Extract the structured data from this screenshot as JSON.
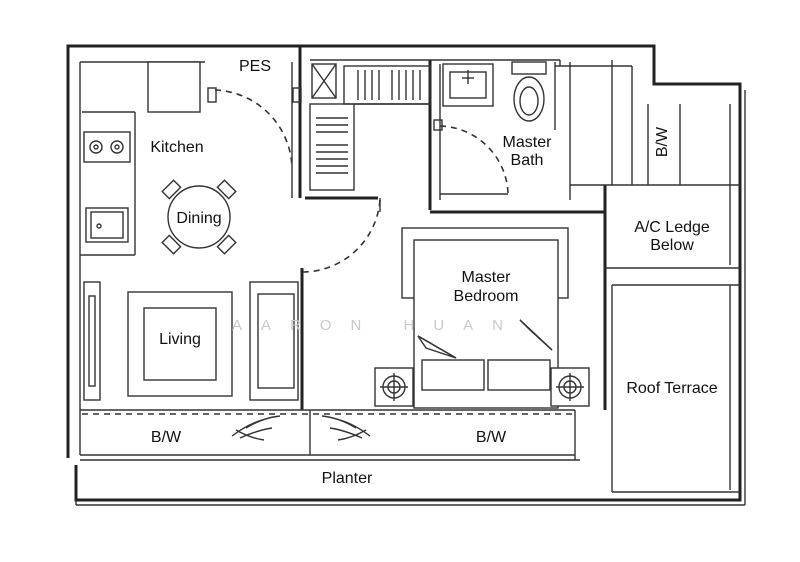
{
  "rooms": {
    "pes": "PES",
    "kitchen": "Kitchen",
    "dining": "Dining",
    "living": "Living",
    "master_bath_line1": "Master",
    "master_bath_line2": "Bath",
    "master_bedroom_line1": "Master",
    "master_bedroom_line2": "Bedroom",
    "bw_right": "B/W",
    "ac_ledge_line1": "A/C Ledge",
    "ac_ledge_line2": "Below",
    "roof_terrace": "Roof Terrace",
    "bw_left": "B/W",
    "bw_center": "B/W",
    "planter": "Planter"
  },
  "watermark": "AARON HUAN"
}
